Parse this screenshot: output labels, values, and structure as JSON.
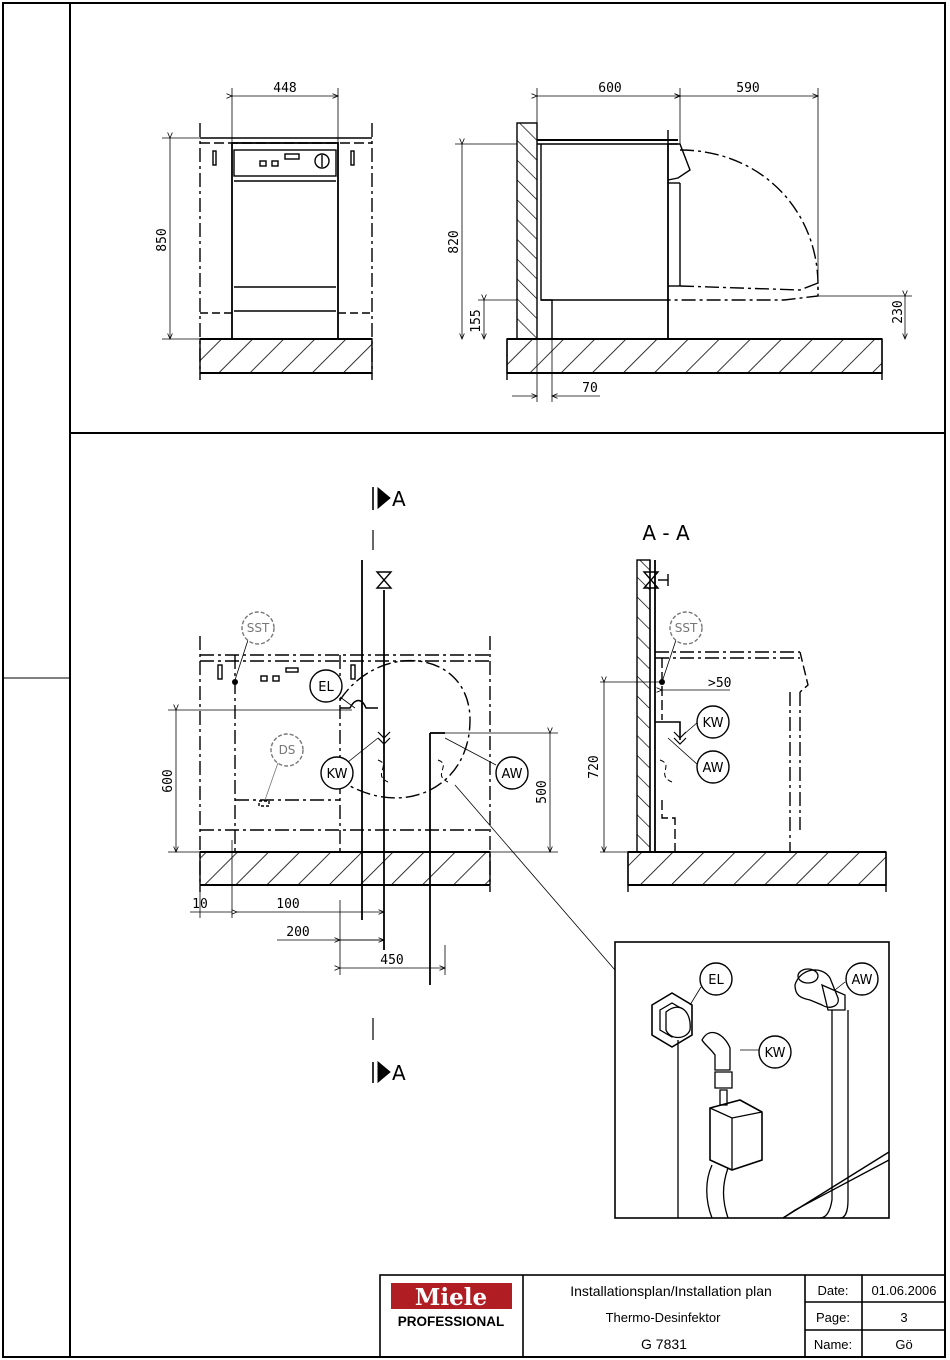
{
  "colors": {
    "brand_red": "#b01e23",
    "ink": "#000000",
    "annotation_gray": "#777777"
  },
  "front_view": {
    "width": "448",
    "height": "850"
  },
  "side_view": {
    "depth": "600",
    "door_open": "590",
    "height": "820",
    "plinth": "155",
    "door_low": "230",
    "wall_offset": "70"
  },
  "section_marker": "A",
  "section_title": "A - A",
  "plan": {
    "labels": {
      "sst": "SST",
      "el": "EL",
      "ds": "DS",
      "kw": "KW",
      "aw": "AW"
    },
    "dims": {
      "h600": "600",
      "h500": "500",
      "d10": "10",
      "d100": "100",
      "d200": "200",
      "d450": "450"
    }
  },
  "section": {
    "labels": {
      "sst": "SST",
      "kw": "KW",
      "aw": "AW"
    },
    "dims": {
      "min": ">50",
      "h720": "720"
    }
  },
  "detail": {
    "labels": {
      "el": "EL",
      "kw": "KW",
      "aw": "AW"
    }
  },
  "title_block": {
    "brand": "Miele",
    "brand_sub": "PROFESSIONAL",
    "title": "Installationsplan/Installation plan",
    "subtitle": "Thermo-Desinfektor",
    "model": "G 7831",
    "date_label": "Date:",
    "date_value": "01.06.2006",
    "page_label": "Page:",
    "page_value": "3",
    "name_label": "Name:",
    "name_value": "Gö"
  }
}
